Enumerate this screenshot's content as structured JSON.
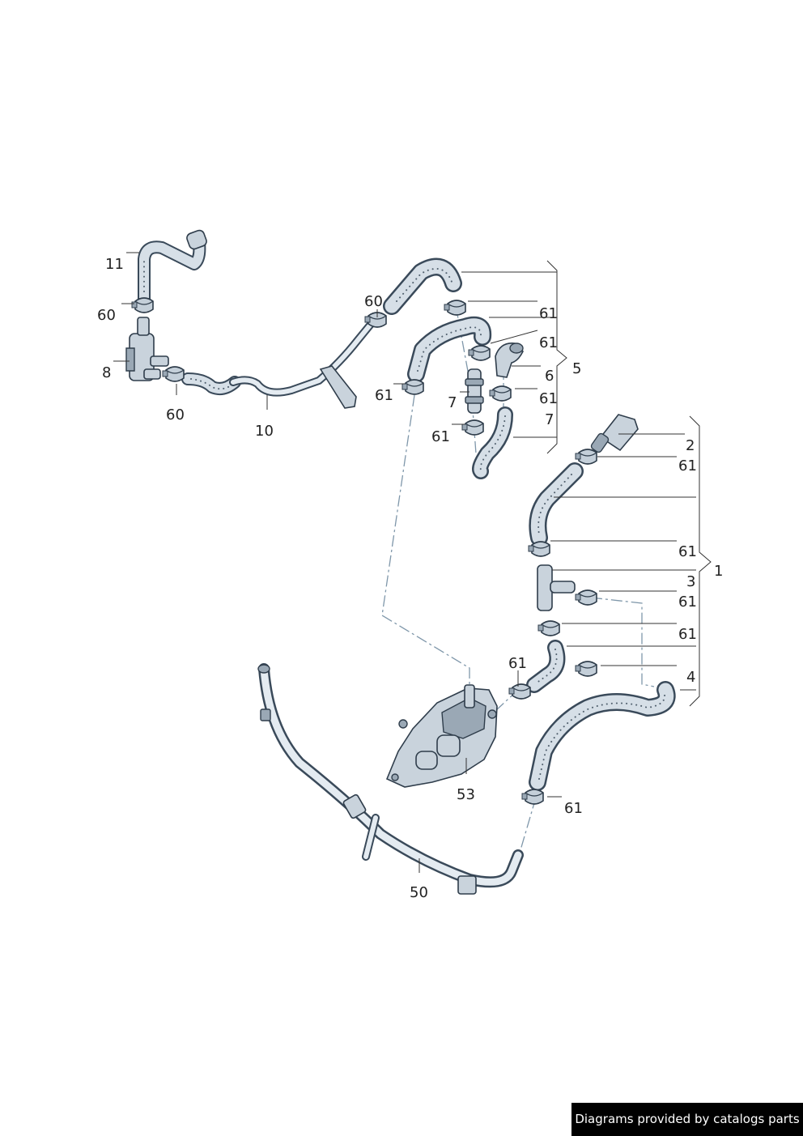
{
  "callouts": {
    "c11": "11",
    "c60a": "60",
    "c8": "8",
    "c60b": "60",
    "c10": "10",
    "c60c": "60",
    "c61a": "61",
    "c61b": "61",
    "c6": "6",
    "c5": "5",
    "c61c": "61",
    "c61d": "61",
    "c7a": "7",
    "c7b": "7",
    "c61e": "61",
    "c2": "2",
    "c61f": "61",
    "c61g": "61",
    "c1": "1",
    "c3": "3",
    "c61h": "61",
    "c61i": "61",
    "c61j": "61",
    "c4": "4",
    "c53": "53",
    "c61k": "61",
    "c50": "50"
  },
  "footer": {
    "credit": "Diagrams provided by catalogs parts"
  }
}
